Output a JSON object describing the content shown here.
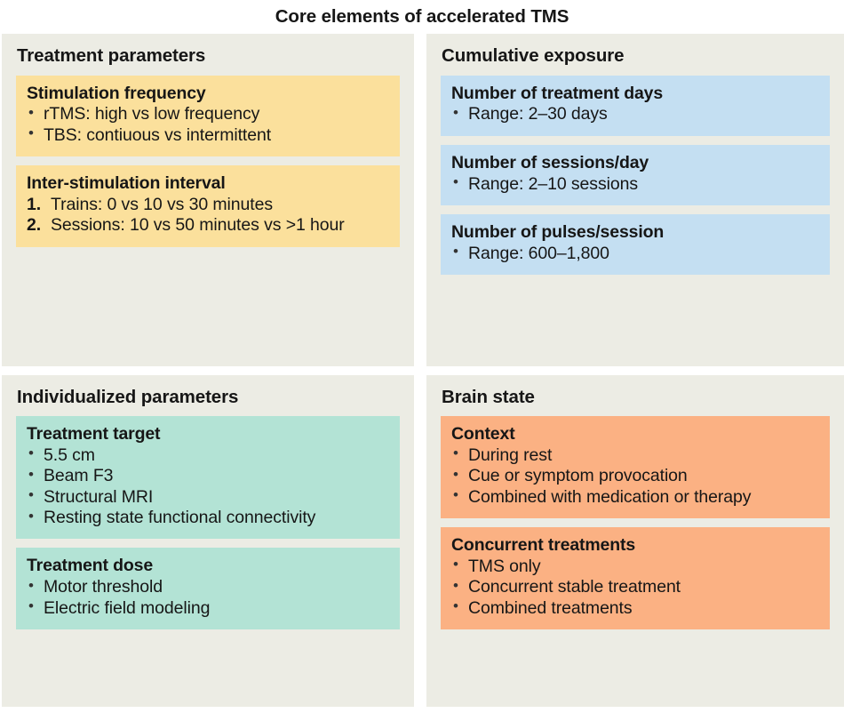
{
  "title": "Core elements of accelerated TMS",
  "colors": {
    "page_background": "#ffffff",
    "panel_background": "#ecece4",
    "text": "#161616",
    "treatment_parameters": "#fbe09c",
    "cumulative_exposure": "#c4dff2",
    "individualized_parameters": "#b3e3d5",
    "brain_state": "#fbb183"
  },
  "panels": {
    "treatment_parameters": {
      "title": "Treatment parameters",
      "cards": [
        {
          "title": "Stimulation frequency",
          "list_type": "bullet",
          "items": [
            "rTMS: high vs low frequency",
            "TBS: contiuous vs intermittent"
          ]
        },
        {
          "title": "Inter-stimulation interval",
          "list_type": "numbered",
          "items": [
            "Trains: 0 vs 10 vs 30 minutes",
            "Sessions: 10 vs 50 minutes vs >1 hour"
          ]
        }
      ]
    },
    "cumulative_exposure": {
      "title": "Cumulative exposure",
      "cards": [
        {
          "title": "Number of treatment days",
          "list_type": "bullet",
          "items": [
            "Range: 2–30 days"
          ]
        },
        {
          "title": "Number of sessions/day",
          "list_type": "bullet",
          "items": [
            "Range: 2–10 sessions"
          ]
        },
        {
          "title": "Number of pulses/session",
          "list_type": "bullet",
          "items": [
            "Range: 600–1,800"
          ]
        }
      ]
    },
    "individualized_parameters": {
      "title": "Individualized parameters",
      "cards": [
        {
          "title": "Treatment target",
          "list_type": "bullet",
          "items": [
            "5.5 cm",
            "Beam F3",
            "Structural MRI",
            "Resting state functional connectivity"
          ]
        },
        {
          "title": "Treatment dose",
          "list_type": "bullet",
          "items": [
            "Motor threshold",
            "Electric field modeling"
          ]
        }
      ]
    },
    "brain_state": {
      "title": "Brain state",
      "cards": [
        {
          "title": "Context",
          "list_type": "bullet",
          "items": [
            "During rest",
            "Cue or symptom provocation",
            "Combined with medication or therapy"
          ]
        },
        {
          "title": "Concurrent treatments",
          "list_type": "bullet",
          "items": [
            "TMS only",
            "Concurrent stable treatment",
            "Combined treatments"
          ]
        }
      ]
    }
  }
}
